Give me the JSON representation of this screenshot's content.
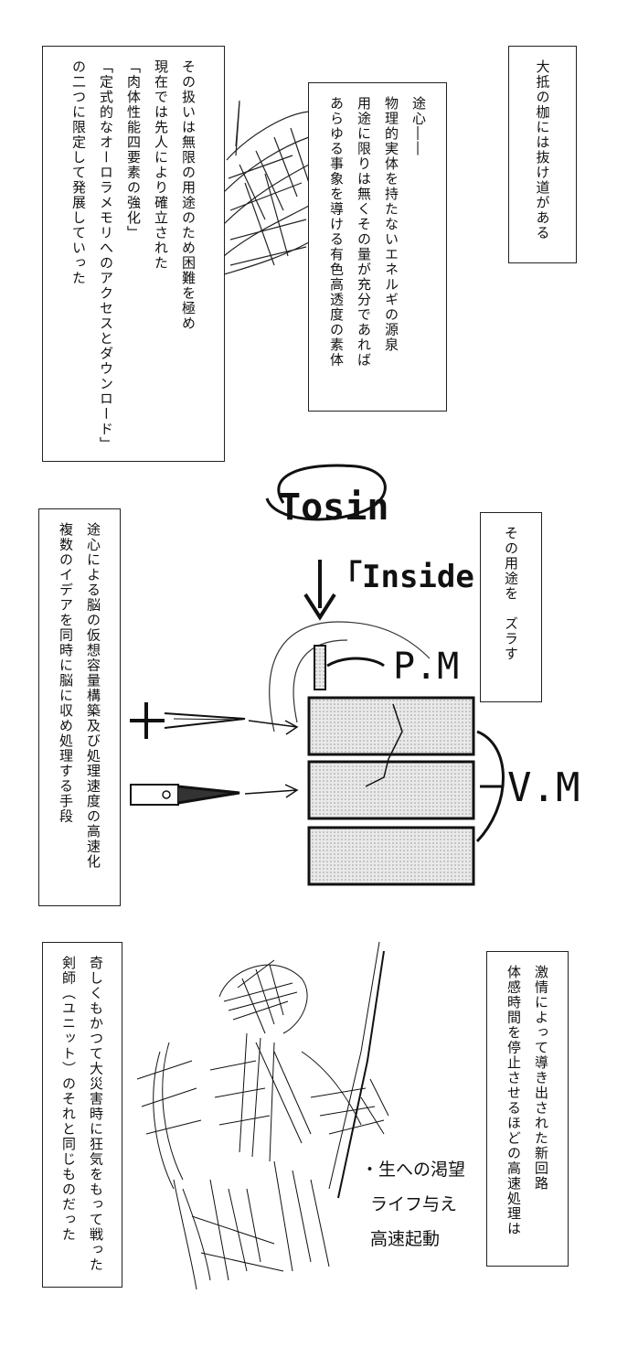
{
  "panel1": {
    "box_a": {
      "lines": [
        "大抵の枷には抜け道がある"
      ]
    },
    "box_b": {
      "lines": [
        "途心――",
        "物理的実体を持たないエネルギの源泉",
        "用途に限りは無くその量が充分であれば",
        "あらゆる事象を導ける有色高透度の素体"
      ]
    },
    "box_c": {
      "lines": [
        "その扱いは無限の用途のため困難を極め",
        "現在では先人により確立された",
        "「肉体性能四要素の強化」",
        "「定式的なオーロラメモリへのアクセスとダウンロード」",
        "の二つに限定して発展していった"
      ]
    }
  },
  "panel2": {
    "box_d": {
      "lines": [
        "その用途を　ズラす"
      ]
    },
    "box_e": {
      "lines": [
        "途心による脳の仮想容量構築及び処理速度の高速化",
        "複数のイデアを同時に脳に収め処理する手段"
      ]
    },
    "labels": {
      "tosin": "Tosin",
      "inside": "「Inside!」",
      "pm": "P.M",
      "vm": "V.M"
    }
  },
  "panel3": {
    "box_f": {
      "lines": [
        "激情によって導き出された新回路",
        "体感時間を停止させるほどの高速処理は"
      ]
    },
    "box_g": {
      "lines": [
        "奇しくもかつて大災害時に狂気をもって戦った",
        "剣師（ユニット）のそれと同じものだった"
      ]
    },
    "list": [
      "・生への渇望",
      "ライフ与え",
      "高速起動"
    ]
  }
}
